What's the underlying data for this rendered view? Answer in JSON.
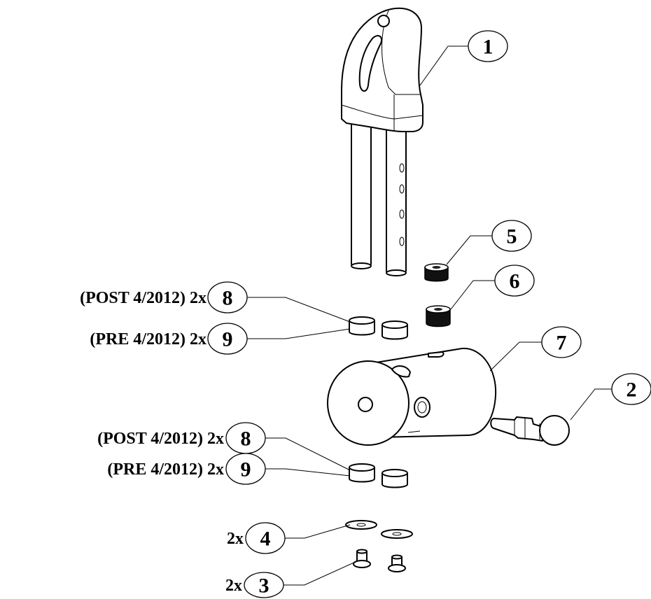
{
  "balloons": {
    "b1": "1",
    "b2": "2",
    "b3": "3",
    "b4": "4",
    "b5": "5",
    "b6": "6",
    "b7": "7",
    "b8_top": "8",
    "b9_top": "9",
    "b8_bottom": "8",
    "b9_bottom": "9"
  },
  "labels": {
    "post_top": "(POST 4/2012) 2x",
    "pre_top": "(PRE 4/2012) 2x",
    "post_bottom": "(POST 4/2012) 2x",
    "pre_bottom": "(PRE 4/2012) 2x",
    "qty_4": "2x",
    "qty_3": "2x"
  }
}
